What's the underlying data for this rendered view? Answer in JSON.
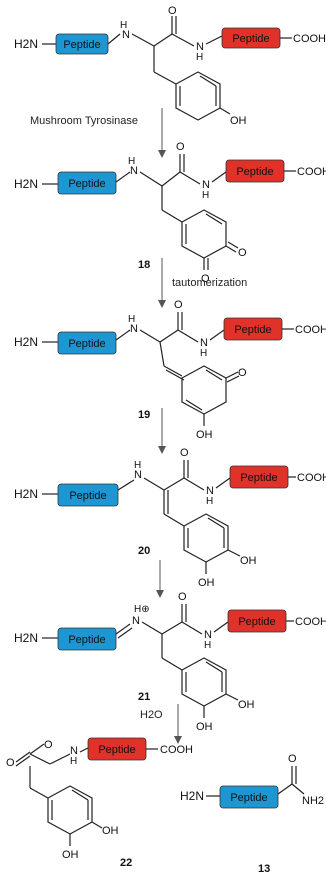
{
  "labels": {
    "peptide": "Peptide",
    "h2n": "H2N",
    "cooh": "COOH",
    "oh": "OH",
    "o": "O",
    "h": "H",
    "n": "N",
    "nh2": "NH2",
    "h2o": "H2O",
    "nplus_h": "H⊕"
  },
  "steps": {
    "reagent1": "Mushroom Tyrosinase",
    "reagent2": "tautomerization",
    "reagent3": "H2O"
  },
  "compounds": [
    "18",
    "19",
    "20",
    "21",
    "22",
    "13"
  ],
  "colors": {
    "peptide_blue": "#1e96d2",
    "peptide_red": "#e03228",
    "arrow": "#555555",
    "bond": "#222222"
  }
}
